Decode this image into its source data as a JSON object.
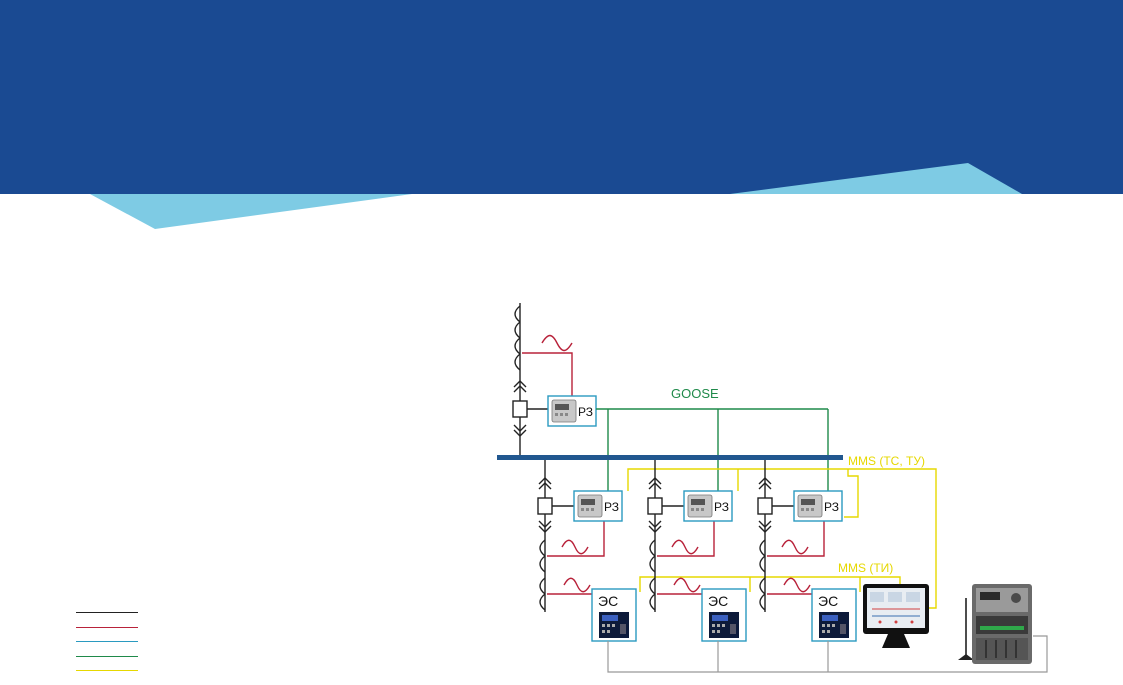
{
  "diagram": {
    "goose_label": "GOOSE",
    "mms_tc_tu_label": "MMS (ТС, ТУ)",
    "mms_ti_label": "MMS (ТИ)",
    "relay_label": "РЗ",
    "meter_label": "ЭС"
  },
  "colors": {
    "header_blue": "#1a4a92",
    "light_blue": "#7ecbe4",
    "bus_blue": "#21578f",
    "green": "#1f8a4a",
    "yellow": "#e6d800",
    "red": "#b8223a",
    "teal": "#2a9ac0",
    "dark": "#222222"
  },
  "legend": {
    "lines": [
      "dark",
      "red",
      "teal",
      "green",
      "yellow"
    ]
  }
}
